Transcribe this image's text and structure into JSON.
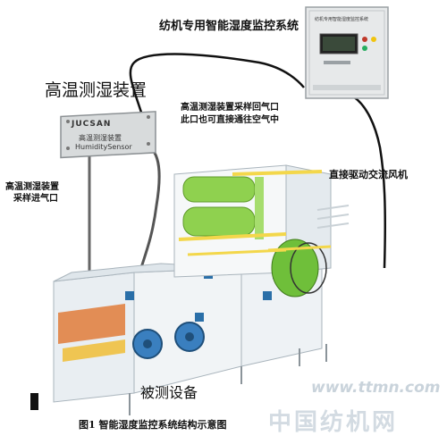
{
  "labels": {
    "system_title": "纺机专用智能湿度监控系统",
    "sensor_title": "高温测湿装置",
    "return_air_line1": "高温测湿装置采样回气口",
    "return_air_line2": "此口也可直接通往空气中",
    "fan_drive": "直接驱动交流风机",
    "sampling_inlet_line1": "高温测湿装置",
    "sampling_inlet_line2": "采样进气口",
    "equipment": "被测设备",
    "caption": "图1 智能湿度监控系统结构示意图"
  },
  "sensor_box": {
    "brand": "JUCSAN",
    "name_cn": "高温测湿装置",
    "name_en": "HumiditySensor"
  },
  "control_cabinet": {
    "nameplate": "纺机专用智能湿度监控系统"
  },
  "watermark": {
    "url": "www.ttmn.com",
    "name": "中国纺机网"
  },
  "colors": {
    "cabinet": "#e7e9ea",
    "sensor_box": "#d8dbdc",
    "rollers": "#8fd14f",
    "frame_yellow": "#f3d74b",
    "machine_blue": "#2a6fa8",
    "watermark": "#c9d3db"
  }
}
